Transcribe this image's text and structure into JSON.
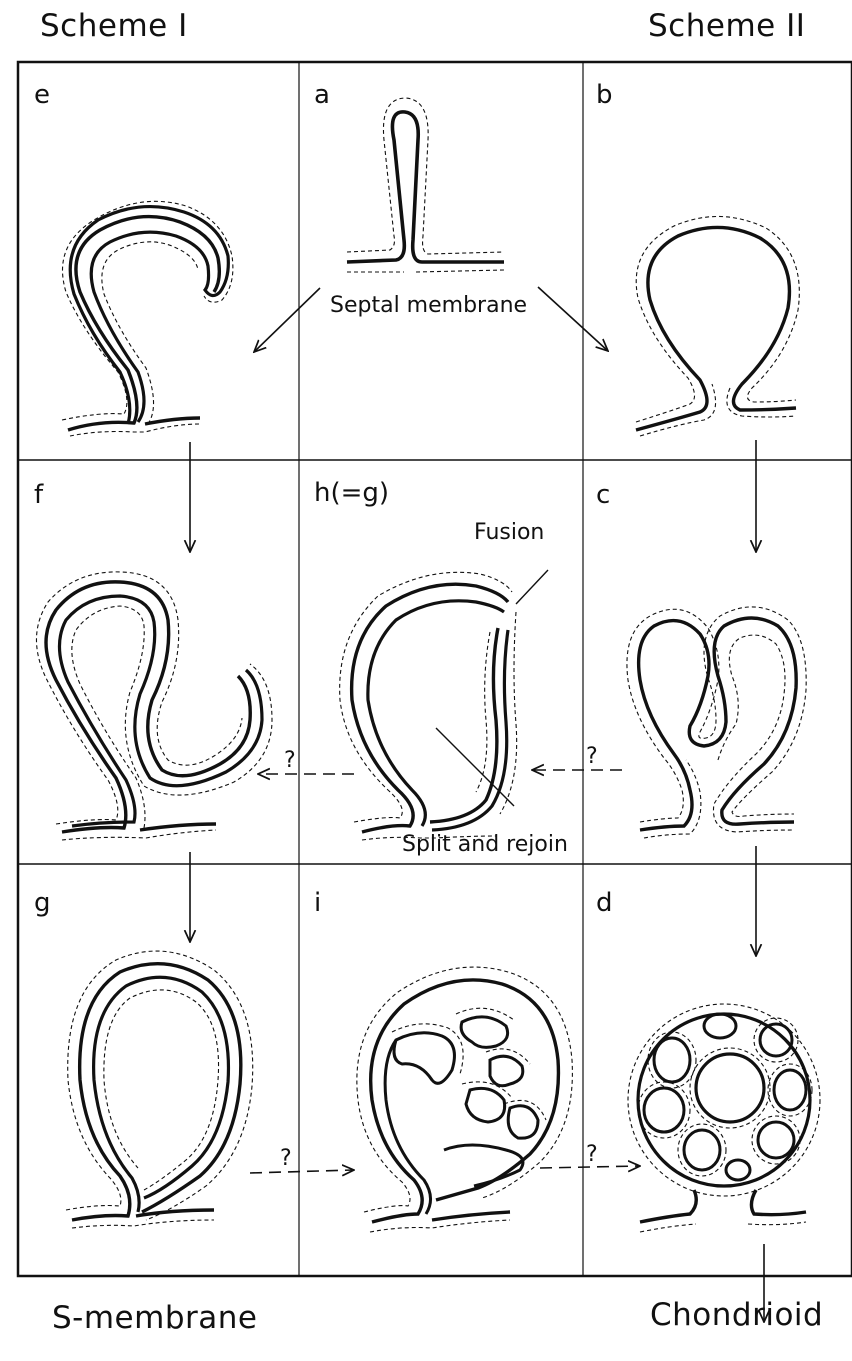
{
  "headers": {
    "left": "Scheme I",
    "right": "Scheme II"
  },
  "footers": {
    "left": "S-membrane",
    "right": "Chondrioid"
  },
  "cells": [
    {
      "id": "e",
      "label": "e"
    },
    {
      "id": "a",
      "label": "a"
    },
    {
      "id": "b",
      "label": "b"
    },
    {
      "id": "f",
      "label": "f"
    },
    {
      "id": "h",
      "label": "h(=g)"
    },
    {
      "id": "c",
      "label": "c"
    },
    {
      "id": "g",
      "label": "g"
    },
    {
      "id": "i",
      "label": "i"
    },
    {
      "id": "d",
      "label": "d"
    }
  ],
  "annotations": {
    "septal": "Septal membrane",
    "fusion": "Fusion",
    "split": "Split and rejoin",
    "q1": "?",
    "q2": "?",
    "q3": "?",
    "q4": "?"
  }
}
